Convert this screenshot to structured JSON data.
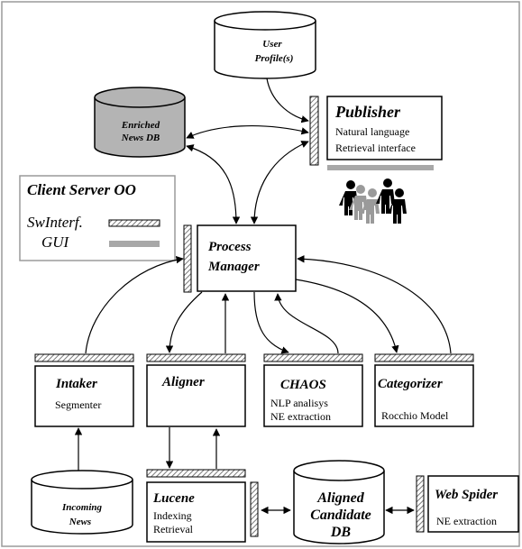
{
  "diagram": {
    "user_profiles_db": {
      "line1": "User",
      "line2": "Profile(s)"
    },
    "enriched_news_db": {
      "line1": "Enriched",
      "line2": "News DB"
    },
    "publisher": {
      "title": "Publisher",
      "line1": "Natural language",
      "line2": "Retrieval interface"
    },
    "legend": {
      "title": "Client Server OO",
      "swinterf_label": "SwInterf.",
      "gui_label": "GUI"
    },
    "process_manager": {
      "line1": "Process",
      "line2": "Manager"
    },
    "intaker": {
      "title": "Intaker",
      "sub": "Segmenter"
    },
    "aligner": {
      "title": "Aligner"
    },
    "chaos": {
      "title": "CHAOS",
      "line1": "NLP analisys",
      "line2": "NE extraction"
    },
    "categorizer": {
      "title": "Categorizer",
      "sub": "Rocchio Model"
    },
    "incoming_news_db": {
      "line1": "Incoming",
      "line2": "News"
    },
    "lucene": {
      "title": "Lucene",
      "line1": "Indexing",
      "line2": "Retrieval"
    },
    "aligned_candidate_db": {
      "line1": "Aligned",
      "line2": "Candidate",
      "line3": "DB"
    },
    "web_spider": {
      "title": "Web Spider",
      "sub": "NE extraction"
    }
  },
  "colors": {
    "swinterf_hatch": "#8a8a8a",
    "gui_bar": "#a8a8a8",
    "enriched_db_fill": "#b4b4b4",
    "frame_border": "#9a9a9a"
  }
}
